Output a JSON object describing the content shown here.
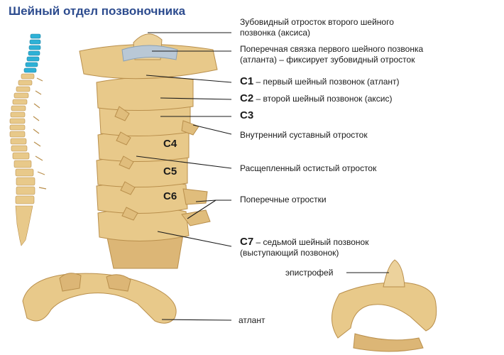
{
  "title": "Шейный отдел позвоночника",
  "labels": {
    "dens": "Зубовидный отросток второго шейного позвонка (аксиса)",
    "ligament": "Поперечная связка первого шейного позвонка (атланта) – фиксирует зубовидный отросток",
    "c1_code": "C1",
    "c1_text": "– первый шейный позвонок (атлант)",
    "c2_code": "C2",
    "c2_text": "– второй шейный позвонок (аксис)",
    "c3_code": "C3",
    "articular": "Внутренний суставный отросток",
    "spinous": "Расщепленный остистый отросток",
    "transverse": "Поперечные отростки",
    "c7_code": "C7",
    "c7_text": "– седьмой шейный позвонок (выступающий позвонок)",
    "epistropheus": "эпистрофей",
    "atlas": "атлант"
  },
  "vertebra_labels": {
    "c4": "C4",
    "c5": "C5",
    "c6": "C6"
  },
  "colors": {
    "title": "#2c4b8e",
    "bone": "#e8c98a",
    "bone_dark": "#b98f4c",
    "cervical_highlight": "#2eb1d6",
    "ligament": "#b9c8d6"
  }
}
